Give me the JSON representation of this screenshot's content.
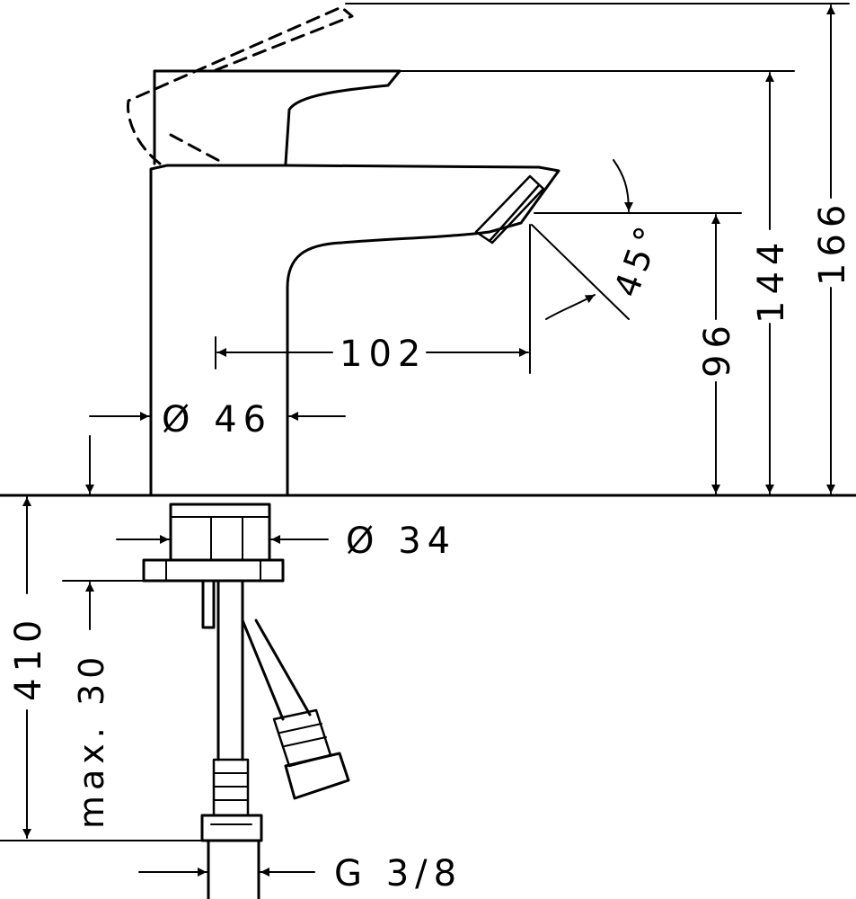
{
  "drawing": {
    "line_color": "#000000",
    "background": "#ffffff"
  },
  "dimensions": {
    "spout_reach": "102",
    "body_diameter": "Ø 46",
    "shank_diameter": "Ø 34",
    "spout_height": "96",
    "handle_height": "144",
    "total_height": "166",
    "hose_length": "410",
    "max_counter_thickness": "max. 30",
    "connection_thread": "G 3/8",
    "spout_angle": "45°"
  }
}
